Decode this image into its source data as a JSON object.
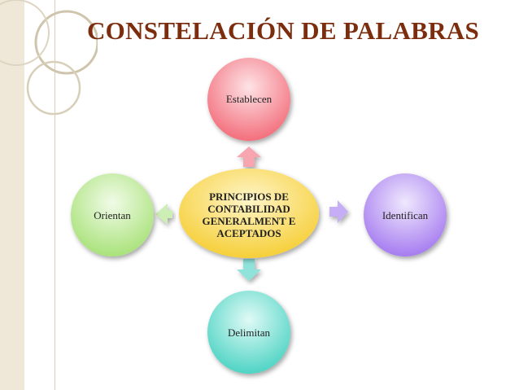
{
  "title": "CONSTELACIÓN DE PALABRAS",
  "diagram": {
    "center": "PRINCIPIOS DE CONTABILIDAD GENERALMENT E ACEPTADOS",
    "top": "Establecen",
    "right": "Identifican",
    "bottom": "Delimitan",
    "left": "Orientan"
  },
  "colors": {
    "title": "#7b2d0e",
    "center": "#f5cc2d",
    "top": "#f36f7c",
    "right": "#a67cf0",
    "bottom": "#4fd4c4",
    "left": "#a9e27a"
  }
}
